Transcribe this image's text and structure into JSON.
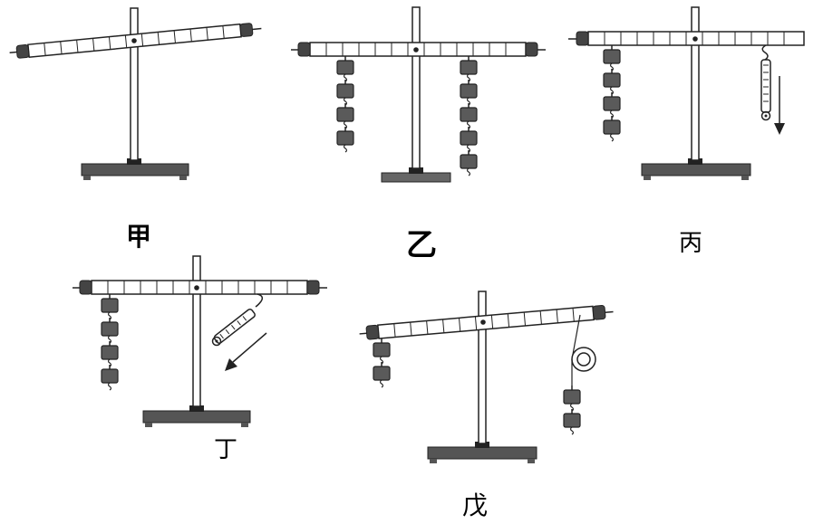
{
  "labels": {
    "jia": "甲",
    "yi": "乙",
    "bing": "丙",
    "ding": "丁",
    "wu": "戊"
  },
  "colors": {
    "line": "#222222",
    "weight": "#5a5a5a",
    "base": "#555555",
    "background": "#ffffff"
  }
}
